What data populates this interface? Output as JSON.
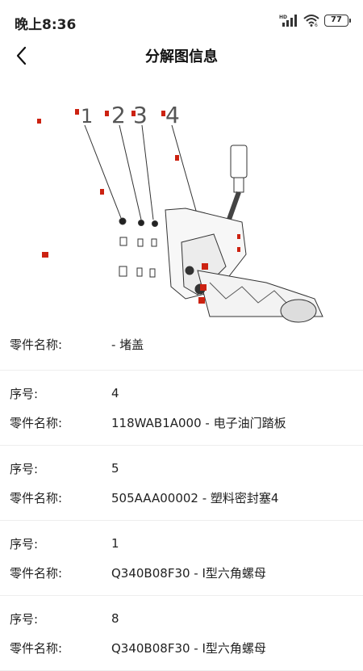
{
  "status_bar": {
    "time": "晚上8:36",
    "battery": "77",
    "hd_label": "HD"
  },
  "header": {
    "title": "分解图信息",
    "back_icon": "chevron-left-icon"
  },
  "diagram": {
    "callout_numbers": [
      "1",
      "2",
      "3",
      "4"
    ]
  },
  "labels": {
    "seq": "序号:",
    "name": "零件名称:"
  },
  "parts": [
    {
      "name": "- 堵盖"
    },
    {
      "seq": "4",
      "name": "118WAB1A000 - 电子油门踏板"
    },
    {
      "seq": "5",
      "name": "505AAA00002 - 塑料密封塞4"
    },
    {
      "seq": "1",
      "name": "Q340B08F30 - Ⅰ型六角螺母"
    },
    {
      "seq": "8",
      "name": "Q340B08F30 - Ⅰ型六角螺母"
    }
  ],
  "colors": {
    "text": "#222222",
    "divider": "#eeeeee",
    "marker": "#cc2211"
  }
}
